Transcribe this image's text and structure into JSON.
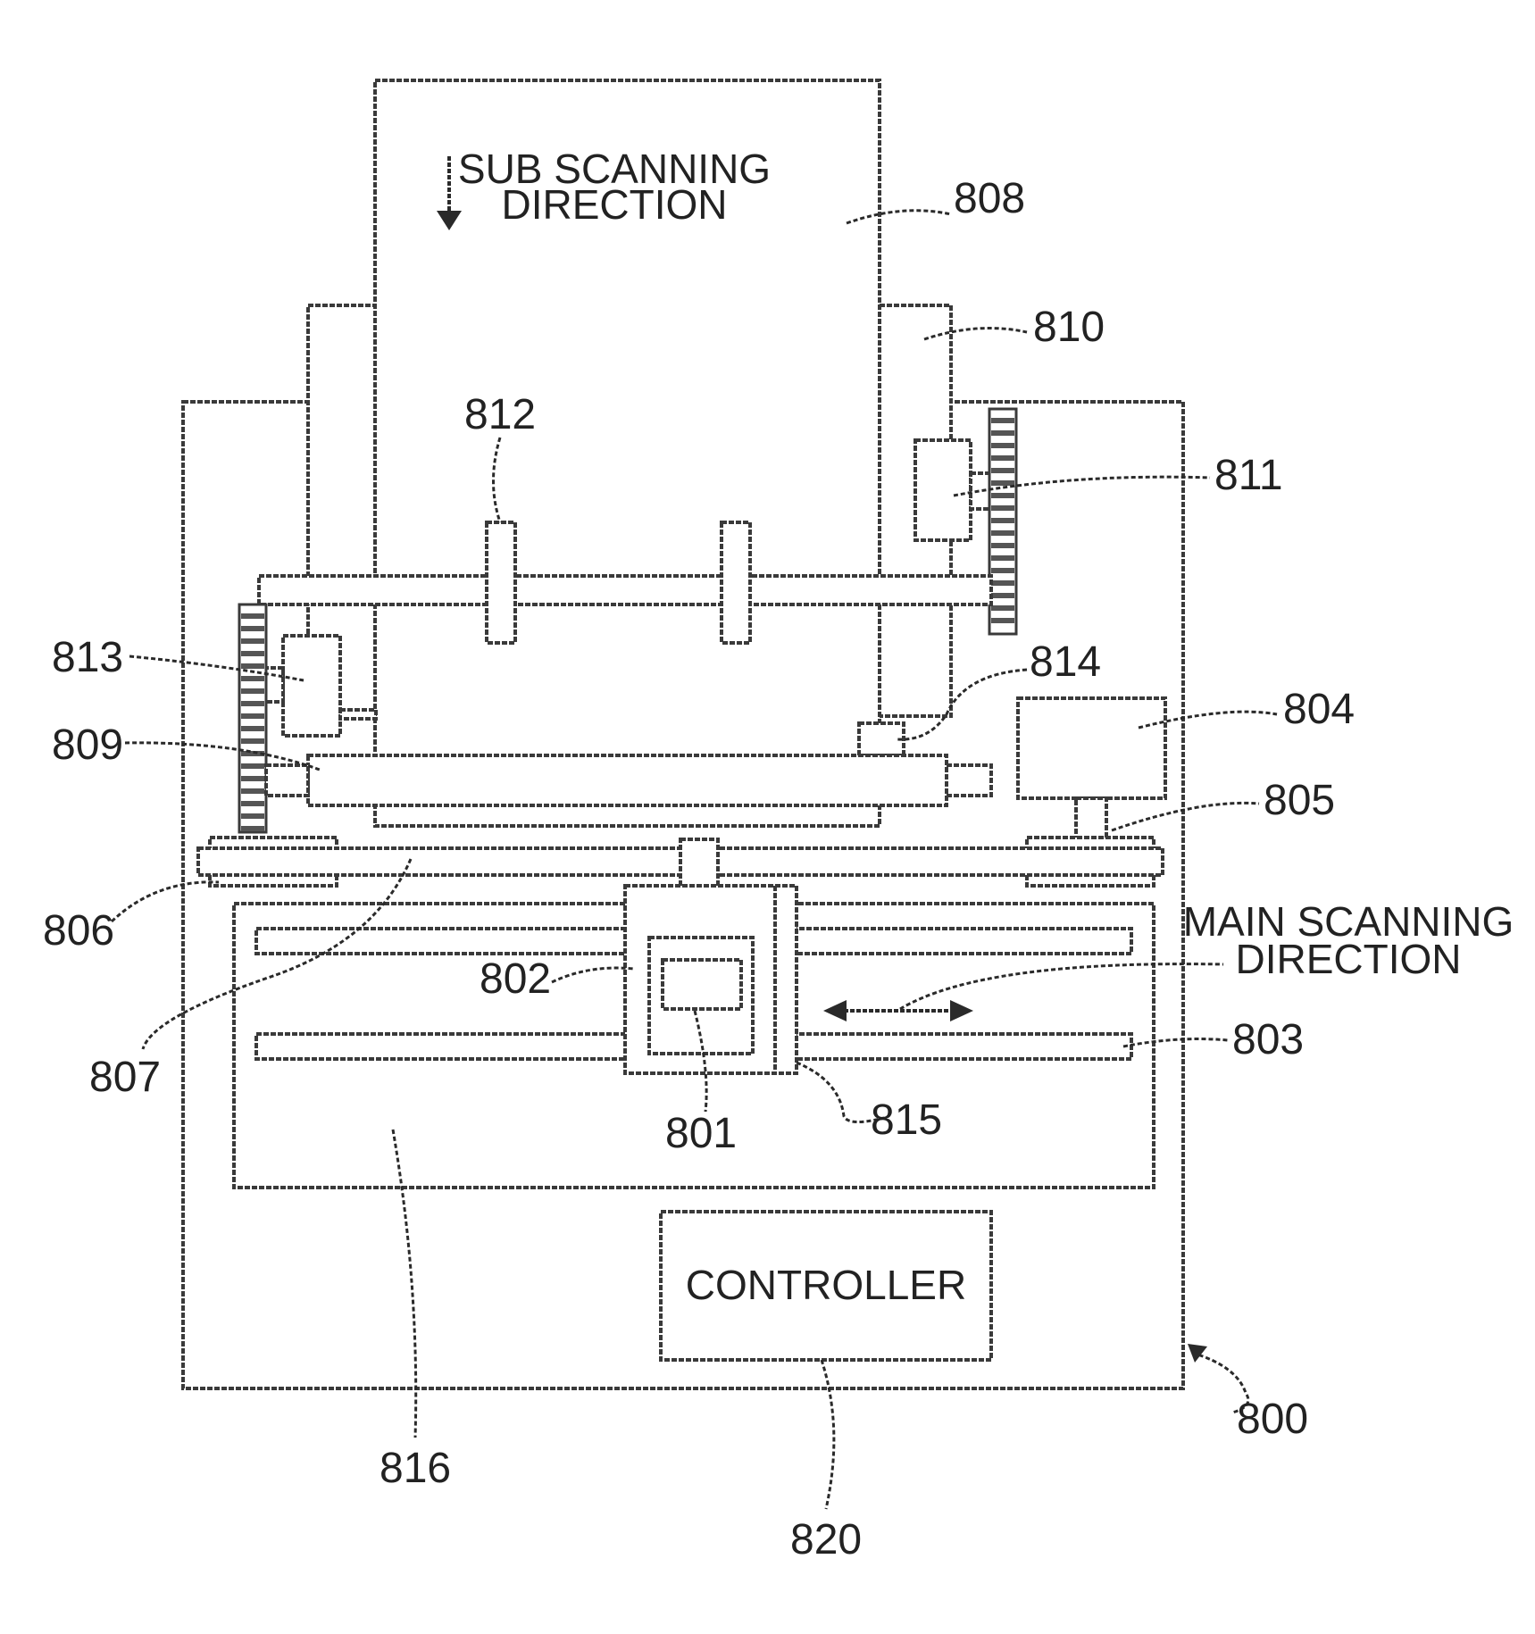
{
  "labels": {
    "sub_scanning_line1": "SUB SCANNING",
    "sub_scanning_line2": "DIRECTION",
    "main_scanning_line1": "MAIN SCANNING",
    "main_scanning_line2": "DIRECTION",
    "controller": "CONTROLLER"
  },
  "refs": {
    "r800": "800",
    "r801": "801",
    "r802": "802",
    "r803": "803",
    "r804": "804",
    "r805": "805",
    "r806": "806",
    "r807": "807",
    "r808": "808",
    "r809": "809",
    "r810": "810",
    "r811": "811",
    "r812": "812",
    "r813": "813",
    "r814": "814",
    "r815": "815",
    "r816": "816",
    "r820": "820"
  }
}
